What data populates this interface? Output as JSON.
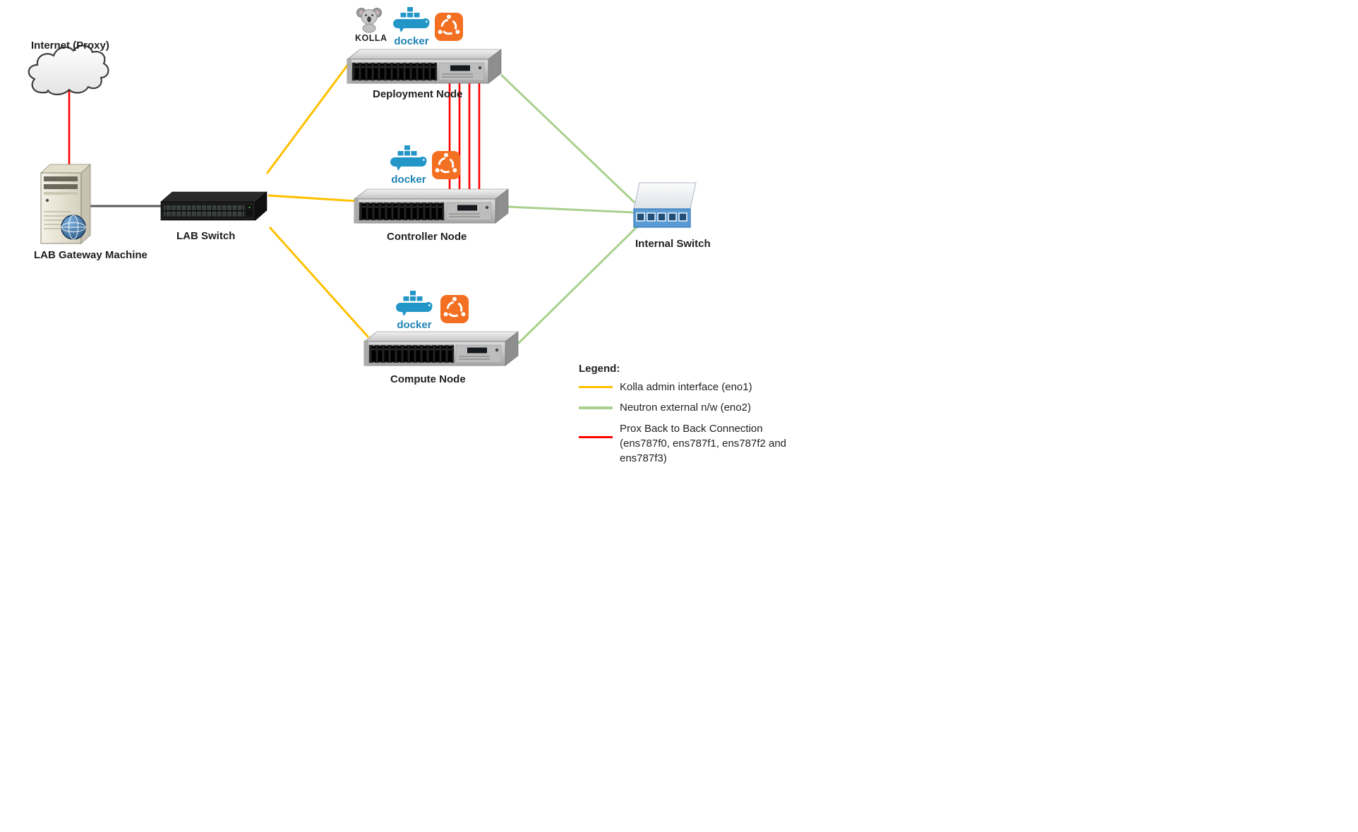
{
  "nodes": {
    "internet": {
      "label": "Internet (Proxy)"
    },
    "gateway": {
      "label": "LAB Gateway Machine"
    },
    "lab_switch": {
      "label": "LAB Switch"
    },
    "deployment": {
      "label": "Deployment Node"
    },
    "controller": {
      "label": "Controller Node"
    },
    "compute": {
      "label": "Compute Node"
    },
    "internal_switch": {
      "label": "Internal Switch"
    }
  },
  "logos": {
    "kolla": "KOLLA",
    "docker": "docker"
  },
  "legend": {
    "title": "Legend:",
    "items": [
      {
        "label": "Kolla admin interface (eno1)",
        "color": "#FFC000"
      },
      {
        "label": "Neutron external n/w (eno2)",
        "color": "#A9D18E"
      },
      {
        "label": "Prox Back to Back Connection (ens787f0, ens787f1, ens787f2 and ens787f3)",
        "color": "#FF0000"
      }
    ]
  },
  "colors": {
    "kolla_admin": "#FFC000",
    "neutron_external": "#A9D18E",
    "prox_b2b": "#FF0000",
    "gateway_uplink": "#FF0000",
    "lan_link": "#595959"
  }
}
